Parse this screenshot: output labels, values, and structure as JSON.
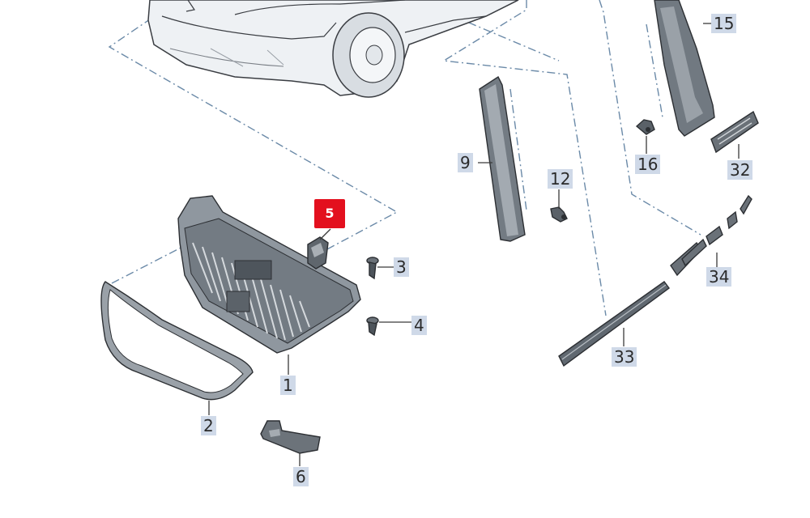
{
  "parts": {
    "p1": "1",
    "p2": "2",
    "p3": "3",
    "p4": "4",
    "p5": "5",
    "p6": "6",
    "p9": "9",
    "p12": "12",
    "p15": "15",
    "p16": "16",
    "p32": "32",
    "p33": "33",
    "p34": "34"
  },
  "selected_part": "5",
  "colors": {
    "selected": "#e3101e",
    "callout_bg": "#cfd9e8",
    "guide_line": "#6b8aa8"
  }
}
